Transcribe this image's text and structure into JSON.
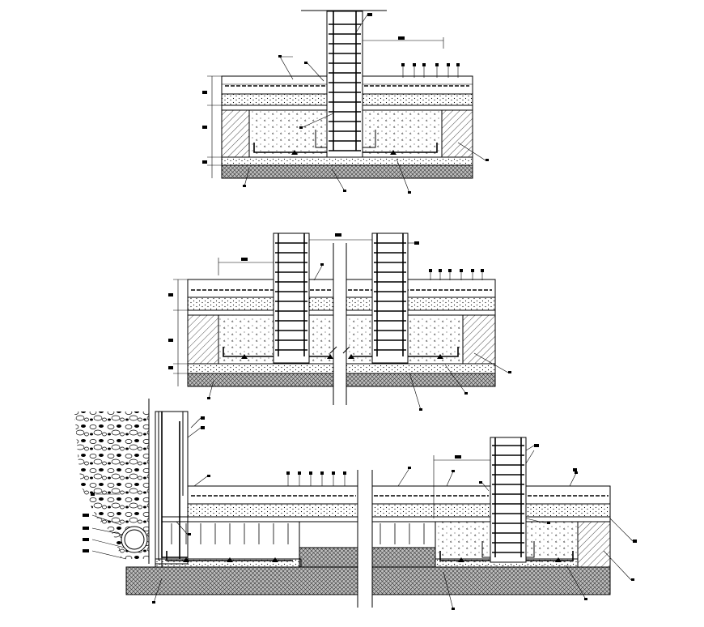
{
  "drawing": {
    "background": "#ffffff",
    "ink": "#000000",
    "views": [
      {
        "id": "view-single-pedestal",
        "kind": "section"
      },
      {
        "id": "view-double-pedestal-joint",
        "kind": "section"
      },
      {
        "id": "view-retaining-wall-drain",
        "kind": "section"
      },
      {
        "id": "view-edge-pedestal",
        "kind": "section"
      }
    ],
    "patterns": [
      "concrete-hatch",
      "gravel-dots",
      "soil-crosshatch",
      "rubble-stones",
      "diagonal-hatch"
    ]
  }
}
